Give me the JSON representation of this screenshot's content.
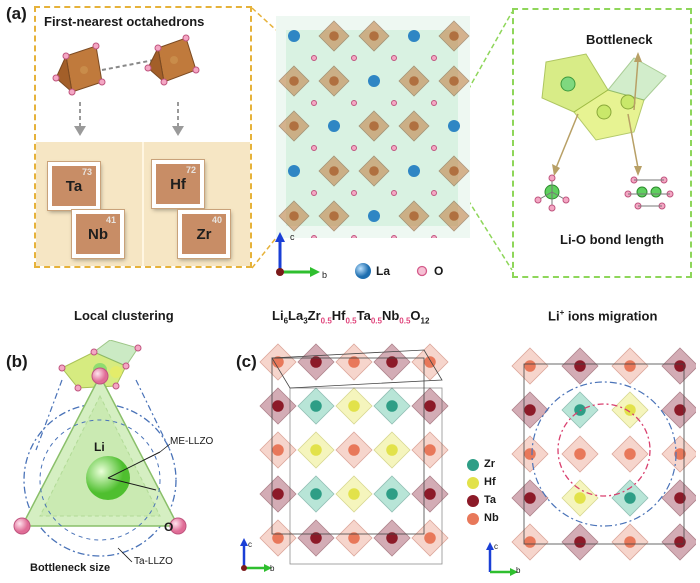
{
  "panel_labels": {
    "a": "(a)",
    "b": "(b)",
    "c": "(c)"
  },
  "panel_a": {
    "left_title": "First-nearest octahedrons",
    "tiles": [
      {
        "symbol": "Ta",
        "number": "73"
      },
      {
        "symbol": "Nb",
        "number": "41"
      },
      {
        "symbol": "Hf",
        "number": "72"
      },
      {
        "symbol": "Zr",
        "number": "40"
      }
    ],
    "axes": {
      "c": "c",
      "b": "b"
    },
    "legend": [
      {
        "label": "La",
        "color": "#2f86c4"
      },
      {
        "label": "O",
        "color": "#f2a6c4"
      }
    ],
    "right_title": "Bottleneck",
    "right_caption": "Li-O bond length"
  },
  "captions": {
    "local_clustering": "Local clustering",
    "formula": {
      "li": "Li",
      "li_sub": "6",
      "la": "La",
      "la_sub": "3",
      "zr": "Zr",
      "zr_sub": "0.5",
      "hf": "Hf",
      "hf_sub": "0.5",
      "ta": "Ta",
      "ta_sub": "0.5",
      "nb": "Nb",
      "nb_sub": "0.5",
      "o": "O",
      "o_sub": "12"
    },
    "migration_main": "Li",
    "migration_sup": "+",
    "migration_rest": " ions migration"
  },
  "panel_b": {
    "li_label": "Li",
    "o_label": "O",
    "me_label": "ME-LLZO",
    "ta_label": "Ta-LLZO",
    "bottleneck_label": "Bottleneck size"
  },
  "panel_c": {
    "legend": [
      {
        "label": "Zr",
        "color": "#2e9e86"
      },
      {
        "label": "Hf",
        "color": "#e2e24a"
      },
      {
        "label": "Ta",
        "color": "#8c1a28"
      },
      {
        "label": "Nb",
        "color": "#e8785a"
      }
    ],
    "axes_left": {
      "c": "c",
      "b": "b"
    },
    "axes_right": {
      "c": "c",
      "b": "b"
    }
  }
}
